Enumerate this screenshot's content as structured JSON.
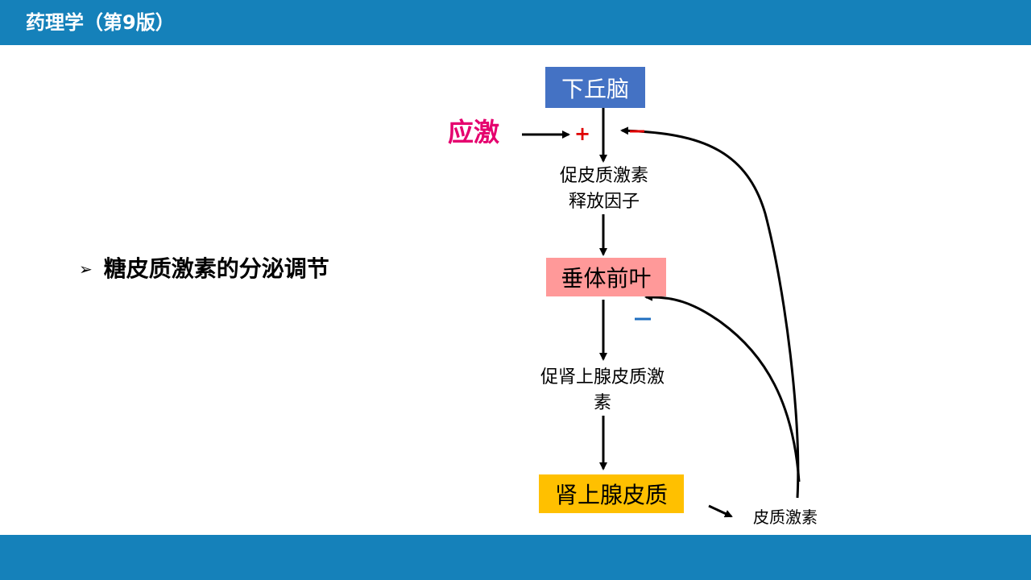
{
  "header": {
    "title": "药理学（第9版）"
  },
  "bullet": {
    "icon": "➢",
    "text": "糖皮质激素的分泌调节"
  },
  "diagram": {
    "hypothalamus": "下丘脑",
    "stress": "应激",
    "plus_sign": "+",
    "crh_line1": "促皮质激素",
    "crh_line2": "释放因子",
    "anterior_pituitary": "垂体前叶",
    "acth_line1": "促肾上腺皮质激",
    "acth_line2": "素",
    "adrenal_cortex": "肾上腺皮质",
    "corticosteroid": "皮质激素",
    "inhibition_sign": "−"
  },
  "colors": {
    "header_bar": "#1581BA",
    "hypothalamus_box": "#4472C4",
    "pituitary_box": "#FF9999",
    "adrenal_box": "#FFC000",
    "stress_text": "#E5006E",
    "plus_sign": "#E00000",
    "minus_top": "#E00000",
    "minus_pituitary": "#1F6FC0"
  }
}
